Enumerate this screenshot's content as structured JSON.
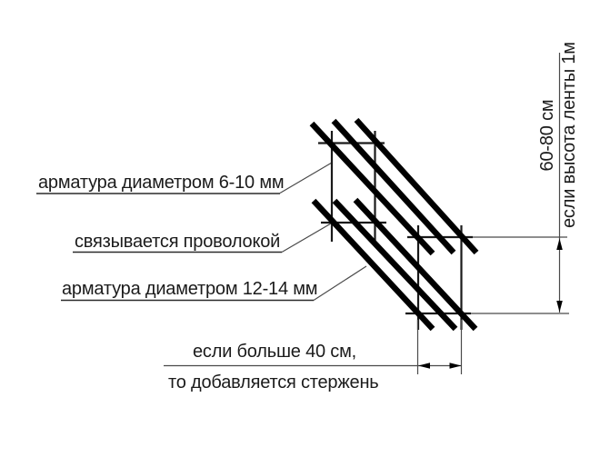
{
  "diagram": {
    "title_hint": "reinforcement-cage-scheme",
    "colors": {
      "background": "#ffffff",
      "bars": "#000000",
      "text": "#1b1b1b"
    },
    "labels": {
      "top_rebar": "арматура диаметром 6-10 мм",
      "wire_tie": "связывается проволокой",
      "bottom_rebar": "арматура диаметром 12-14 мм",
      "extra_rod_line1": "если больше 40 см,",
      "extra_rod_line2": "то добавляется стержень",
      "height_range": "60-80 см",
      "height_condition": "если высота ленты 1м"
    }
  }
}
